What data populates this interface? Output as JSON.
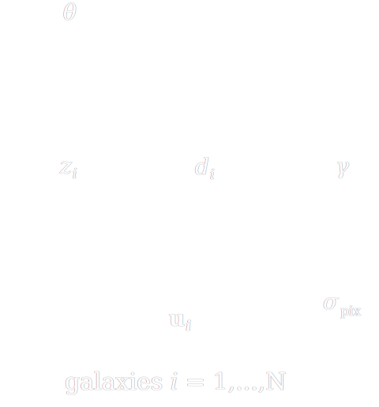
{
  "nodes": {
    "theta": {
      "symbol": "θ"
    },
    "z": {
      "symbol": "z",
      "subscript": "i"
    },
    "d": {
      "symbol": "d",
      "subscript": "i"
    },
    "gamma": {
      "symbol": "γ"
    },
    "sigma": {
      "symbol": "σ",
      "subscript": "pix"
    },
    "pixel_vector": {
      "symbol": "u",
      "subscript": "i"
    }
  },
  "plate": {
    "label_prefix": "galaxies",
    "index": "i",
    "equals": "=",
    "range": "1,...,N"
  }
}
